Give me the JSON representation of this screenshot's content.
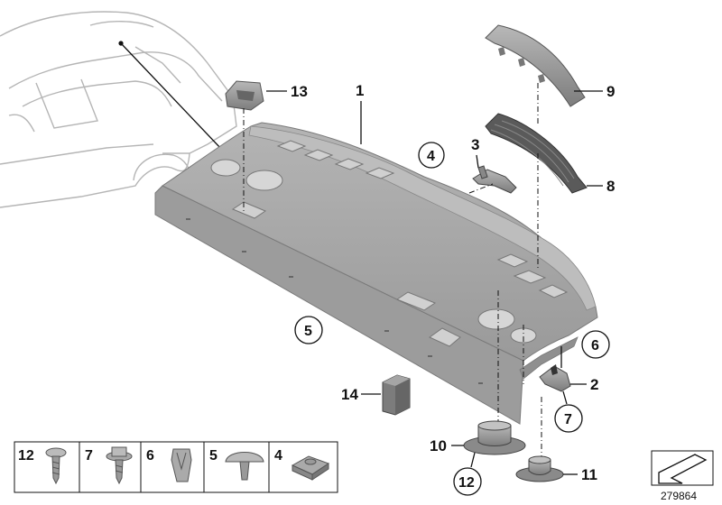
{
  "callouts": {
    "c1": "1",
    "c2": "2",
    "c3": "3",
    "c8": "8",
    "c9": "9",
    "c10": "10",
    "c11": "11",
    "c13": "13",
    "c14": "14"
  },
  "circled": {
    "k4": "4",
    "k5": "5",
    "k6": "6",
    "k7": "7",
    "k12": "12"
  },
  "legend": {
    "items": [
      "12",
      "7",
      "6",
      "5",
      "4"
    ]
  },
  "diagram_id": "279864",
  "colors": {
    "panel": "#a9a9a9",
    "panel_dark": "#8f8f8f",
    "panel_light": "#c4c4c4",
    "line": "#111111",
    "car_outline": "#b5b5b5"
  }
}
